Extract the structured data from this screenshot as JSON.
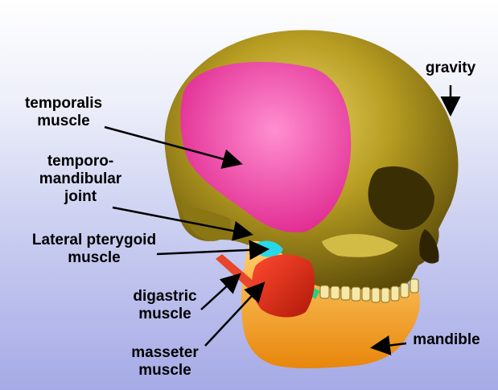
{
  "labels": {
    "temporalis": "temporalis\nmuscle",
    "tmj": "temporo-\nmandibular\njoint",
    "lateral_pterygoid": "Lateral pterygoid\nmuscle",
    "digastric": "digastric\nmuscle",
    "masseter": "masseter\nmuscle",
    "mandible": "mandible",
    "gravity": "gravity"
  },
  "colors": {
    "skull": "#b39a1f",
    "temporalis": "#f035a0",
    "masseter": "#e0281c",
    "lateral_pterygoid": "#27d8e8",
    "digastric": "#e8452a",
    "mandible": "#f4a018",
    "background_bottom": "#a6aae6"
  }
}
